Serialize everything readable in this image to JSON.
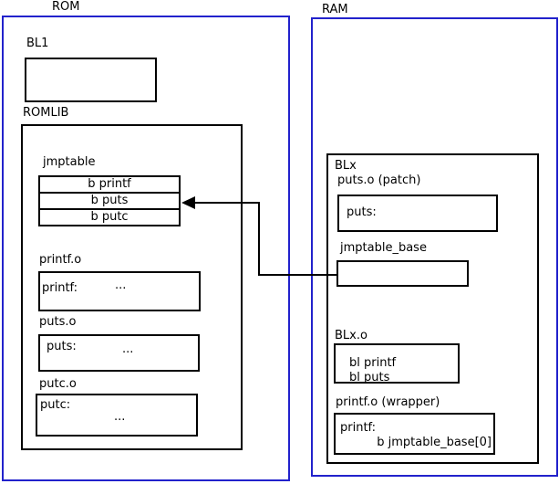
{
  "colors": {
    "frame_border": "#2222cc",
    "box_border": "#000000",
    "background": "#ffffff",
    "arrow": "#000000"
  },
  "rom": {
    "label": "ROM",
    "bl1_label": "BL1",
    "romlib_label": "ROMLIB",
    "jmptable": {
      "label": "jmptable",
      "rows": [
        "b printf",
        "b puts",
        "b putc"
      ]
    },
    "printf_o": {
      "label": "printf.o",
      "symbol": "printf:",
      "dots": "..."
    },
    "puts_o": {
      "label": "puts.o",
      "symbol": "puts:",
      "dots": "..."
    },
    "putc_o": {
      "label": "putc.o",
      "symbol": "putc:",
      "dots": "..."
    }
  },
  "ram": {
    "label": "RAM",
    "blx_label": "BLx",
    "puts_patch": {
      "label": "puts.o (patch)",
      "symbol": "puts:"
    },
    "jmptable_base_label": "jmptable_base",
    "blx_o": {
      "label": "BLx.o",
      "lines": [
        "bl printf",
        "bl puts"
      ]
    },
    "printf_wrapper": {
      "label": "printf.o (wrapper)",
      "symbol": "printf:",
      "instruction": "b jmptable_base[0]"
    }
  }
}
